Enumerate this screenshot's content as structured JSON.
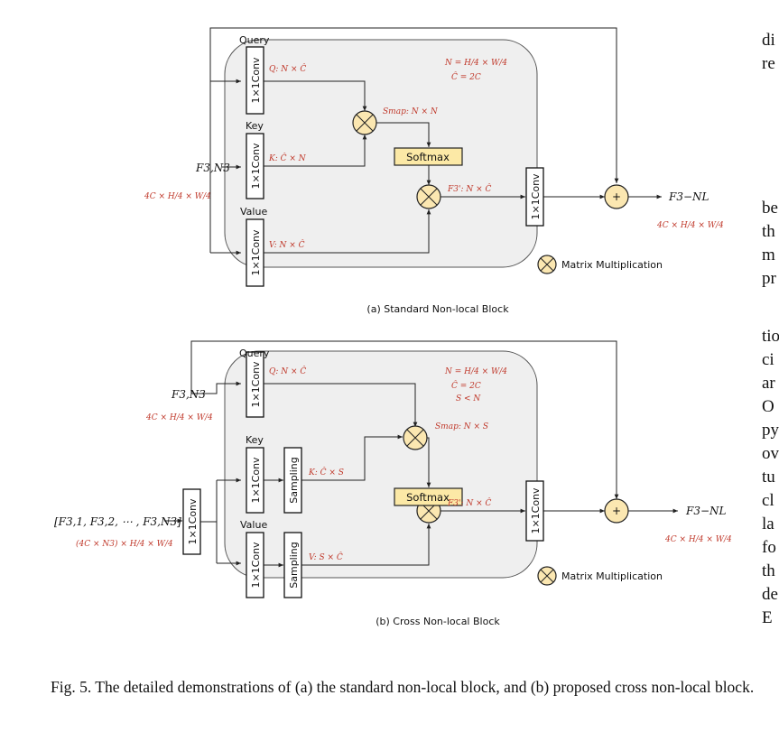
{
  "figure_a": {
    "query_label": "Query",
    "key_label": "Key",
    "value_label": "Value",
    "conv_label": "1×1Conv",
    "input_label": "F3,N3",
    "input_dim": "4C × H/4 × W/4",
    "q_dim": "Q: N × Ĉ",
    "k_dim": "K: Ĉ × N",
    "v_dim": "V: N × Ĉ",
    "smap_dim": "Smap: N × N",
    "fprime_dim": "F3': N × Ĉ",
    "softmax_label": "Softmax",
    "plus_label": "+",
    "n_def": "N = H/4 × W/4",
    "c_def": "Ĉ = 2C",
    "output_label": "F3−NL",
    "output_dim": "4C × H/4 × W/4",
    "legend_label": "Matrix Multiplication",
    "subcaption": "(a) Standard Non-local Block"
  },
  "figure_b": {
    "query_label": "Query",
    "key_label": "Key",
    "value_label": "Value",
    "conv_label": "1×1Conv",
    "sampling_label": "Sampling",
    "input_label": "F3,N3",
    "input_dim": "4C × H/4 × W/4",
    "multi_input_label": "[F3,1, F3,2, ⋯ , F3,N3]",
    "multi_input_dim": "(4C × N3) × H/4 × W/4",
    "q_dim": "Q: N × Ĉ",
    "k_dim": "K: Ĉ × S",
    "v_dim": "V: S × Ĉ",
    "smap_dim": "Smap: N × S",
    "fprime_dim": "F3': N × Ĉ",
    "softmax_label": "Softmax",
    "plus_label": "+",
    "n_def": "N = H/4 × W/4",
    "c_def": "Ĉ = 2C",
    "s_def": "S < N",
    "output_label": "F3−NL",
    "output_dim": "4C × H/4 × W/4",
    "legend_label": "Matrix Multiplication",
    "subcaption": "(b) Cross Non-local Block"
  },
  "caption": "Fig. 5.  The detailed demonstrations of (a) the standard non-local block, and (b) proposed cross non-local block.",
  "right_column": [
    "di",
    "re",
    "be",
    "th",
    "m",
    "pr",
    "tio",
    "ci",
    "ar",
    "O",
    "py",
    "ov",
    "tu",
    "cl",
    "la",
    "fo",
    "th",
    "de",
    "E"
  ]
}
